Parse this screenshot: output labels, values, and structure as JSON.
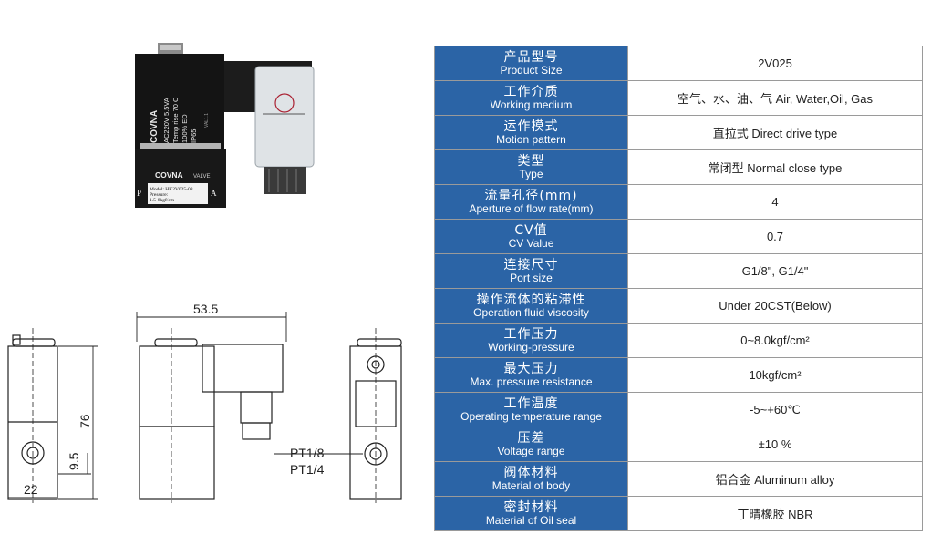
{
  "photo": {
    "coil_brand": "COVNA",
    "coil_lines": [
      "AC220V  5.5VA",
      "Temp rise 70 C",
      "100%  ED",
      "IP65"
    ],
    "coil_side": "VAL1.1",
    "body_brand": "COVNA",
    "body_brand_suffix": "VALVE",
    "model": "Model: HK2V025-08",
    "pressure": "Pressure:",
    "pressure_range": "1.5-8kgf/cm",
    "port_p": "P",
    "port_a": "A"
  },
  "drawing": {
    "width_label": "53.5",
    "height_label": "76",
    "offset_label": "9.5",
    "base_label": "22",
    "port1_label": "PT1/8",
    "port2_label": "PT1/4"
  },
  "specs": [
    {
      "zh": "产品型号",
      "en": "Product Size",
      "value": "2V025"
    },
    {
      "zh": "工作介质",
      "en": "Working medium",
      "value": "空气、水、油、气 Air, Water,Oil, Gas"
    },
    {
      "zh": "运作模式",
      "en": "Motion pattern",
      "value": "直拉式 Direct drive type"
    },
    {
      "zh": "类型",
      "en": "Type",
      "value": "常闭型  Normal close type"
    },
    {
      "zh": "流量孔径(mm)",
      "en": "Aperture of flow rate(mm)",
      "value": "4"
    },
    {
      "zh": "CV值",
      "en": "CV Value",
      "value": "0.7"
    },
    {
      "zh": "连接尺寸",
      "en": "Port size",
      "value": "G1/8\", G1/4\""
    },
    {
      "zh": "操作流体的粘滞性",
      "en": "Operation fluid viscosity",
      "value": "Under 20CST(Below)"
    },
    {
      "zh": "工作压力",
      "en": "Working-pressure",
      "value": "0~8.0kgf/cm²"
    },
    {
      "zh": "最大压力",
      "en": "Max. pressure resistance",
      "value": "10kgf/cm²"
    },
    {
      "zh": "工作温度",
      "en": "Operating temperature range",
      "value": "-5~+60℃"
    },
    {
      "zh": "压差",
      "en": "Voltage range",
      "value": "±10 %"
    },
    {
      "zh": "阀体材料",
      "en": "Material of body",
      "value": "铝合金 Aluminum alloy"
    },
    {
      "zh": "密封材料",
      "en": "Material of Oil seal",
      "value": "丁晴橡胶 NBR"
    }
  ],
  "colors": {
    "header_blue": "#2b64a6",
    "border": "#9a9a9a"
  }
}
